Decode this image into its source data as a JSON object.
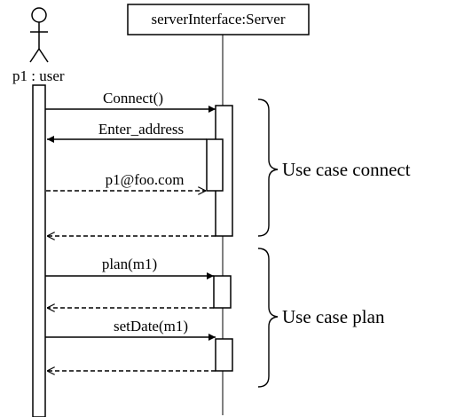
{
  "diagram": {
    "actor": {
      "label": "p1 : user"
    },
    "server": {
      "label": "serverInterface:Server"
    },
    "messages": [
      {
        "label": "Connect()",
        "kind": "sync"
      },
      {
        "label": "Enter_address",
        "kind": "sync"
      },
      {
        "label": "p1@foo.com",
        "kind": "return"
      },
      {
        "label": "",
        "kind": "return"
      },
      {
        "label": "plan(m1)",
        "kind": "sync"
      },
      {
        "label": "",
        "kind": "return"
      },
      {
        "label": "setDate(m1)",
        "kind": "sync"
      },
      {
        "label": "",
        "kind": "return"
      }
    ],
    "use_cases": [
      {
        "label": "Use case connect"
      },
      {
        "label": "Use case plan"
      }
    ]
  }
}
